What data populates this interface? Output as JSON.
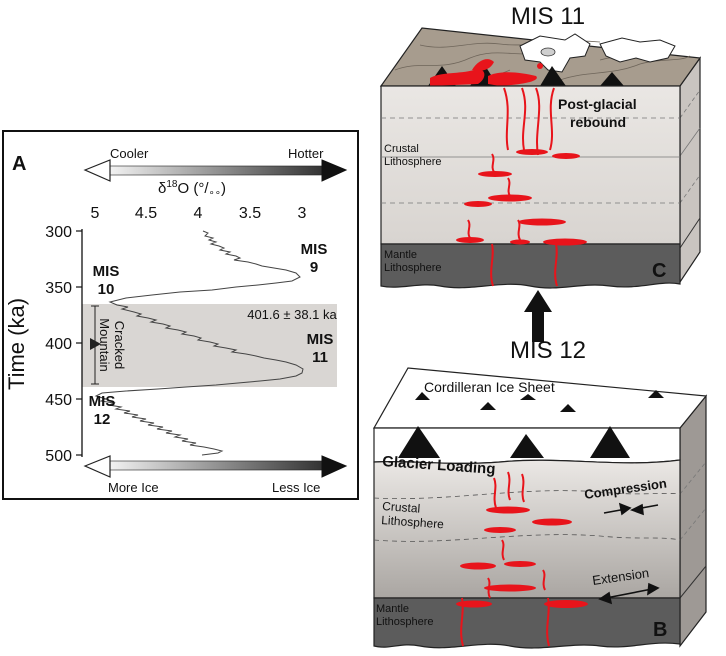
{
  "panel_a": {
    "label": "A",
    "scale_top": {
      "left": "Cooler",
      "right": "Hotter"
    },
    "scale_bottom": {
      "left": "More Ice",
      "right": "Less Ice"
    },
    "x_axis_title": {
      "delta": "δ",
      "sup": "18",
      "rest": "O (°/",
      "sub": "∘∘",
      "close": ")"
    },
    "x_ticks": [
      "5",
      "4.5",
      "4",
      "3.5",
      "3"
    ],
    "y_axis_title": "Time (ka)",
    "y_ticks": [
      "300",
      "350",
      "400",
      "450",
      "500"
    ],
    "mis_labels": [
      {
        "num": "9"
      },
      {
        "num": "10"
      },
      {
        "num": "11"
      },
      {
        "num": "12"
      }
    ],
    "mis_prefix": "MIS",
    "date_label": "401.6 ± 38.1 ka",
    "cracked_mountain": [
      "Cracked",
      "Mountain"
    ],
    "colors": {
      "band": "#d9d6d3",
      "curve": "#444444"
    }
  },
  "panel_b": {
    "label": "B",
    "title": "MIS 12",
    "ice_sheet": "Cordilleran Ice Sheet",
    "glacier_loading": "Glacier Loading",
    "compression": "Compression",
    "extension": "Extension",
    "crustal": [
      "Crustal",
      "Lithosphere"
    ],
    "mantle": [
      "Mantle",
      "Lithosphere"
    ]
  },
  "panel_c": {
    "label": "C",
    "title": "MIS 11",
    "rebound": [
      "Post-glacial",
      "rebound"
    ],
    "crustal": [
      "Crustal",
      "Lithosphere"
    ],
    "mantle": [
      "Mantle",
      "Lithosphere"
    ]
  },
  "colors": {
    "magma": "#e8141b",
    "mantle": "#5c5c5c",
    "terrain": "#a79c8e",
    "ice": "#ffffff"
  }
}
